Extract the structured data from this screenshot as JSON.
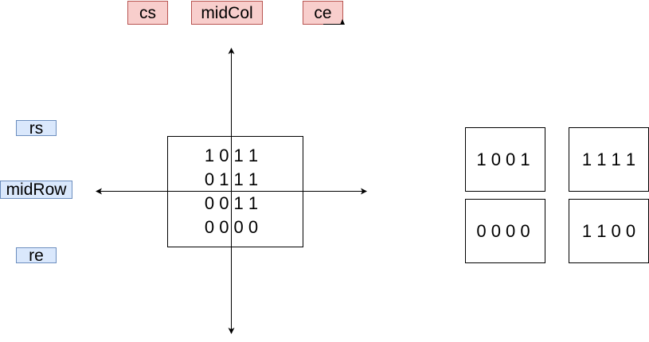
{
  "column_labels": {
    "cs": "cs",
    "midCol": "midCol",
    "ce": "ce"
  },
  "row_labels": {
    "rs": "rs",
    "midRow": "midRow",
    "re": "re"
  },
  "matrix": {
    "rows": [
      "1 0 1 1",
      "0 1 1 1",
      "0 0 1 1",
      "0 0 0 0"
    ]
  },
  "quadrants": {
    "top_left": "1 0 0 1",
    "top_right": "1 1 1 1",
    "bottom_left": "0 0 0 0",
    "bottom_right": "1 1 0 0"
  },
  "colors": {
    "col_label_fill": "#f8cecc",
    "col_label_stroke": "#b85450",
    "row_label_fill": "#dae8fc",
    "row_label_stroke": "#6c8ebf"
  }
}
